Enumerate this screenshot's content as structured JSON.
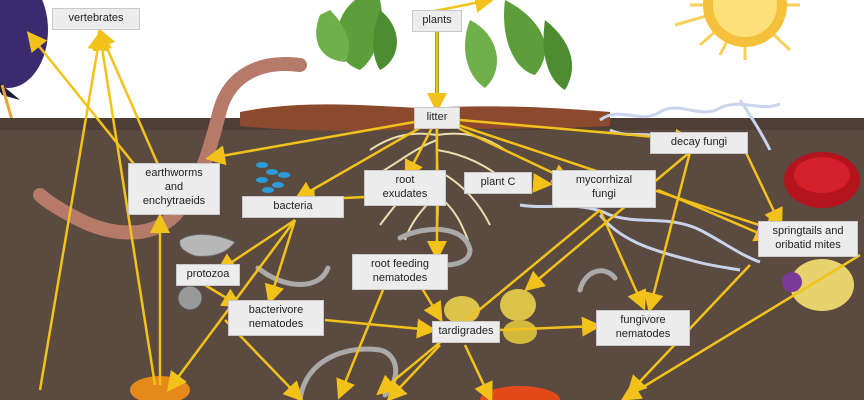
{
  "colors": {
    "soil": "#5b4a40",
    "arrow": "#f2c21a",
    "label_bg": "#ececec",
    "root": "#e9dfb0",
    "leaf": "#5c9e3a",
    "sun": "#f6c13a"
  },
  "nodes": {
    "vertebrates": "vertebrates",
    "plants": "plants",
    "litter": "litter",
    "decay_fungi": "decay fungi",
    "earthworms": "earthworms\nand\nenchytraeids",
    "bacteria": "bacteria",
    "root_exudates": "root\nexudates",
    "plant_c": "plant C",
    "mycorrhizal_fungi": "mycorrhizal\nfungi",
    "springtails": "springtails and\noribatid mites",
    "protozoa": "protozoa",
    "root_feeding_nematodes": "root feeding\nnematodes",
    "bacterivore_nematodes": "bacterivore\nnematodes",
    "tardigrades": "tardigrades",
    "fungivore_nematodes": "fungivore\nnematodes"
  },
  "icons": [
    "sun-icon",
    "bird-icon",
    "plant-leaves-icon",
    "earthworm-icon",
    "bacteria-cluster-icon",
    "protozoa-icon",
    "nematode-icon",
    "tardigrade-icon",
    "fungal-hyphae-icon",
    "mite-icon",
    "beetle-icon"
  ]
}
